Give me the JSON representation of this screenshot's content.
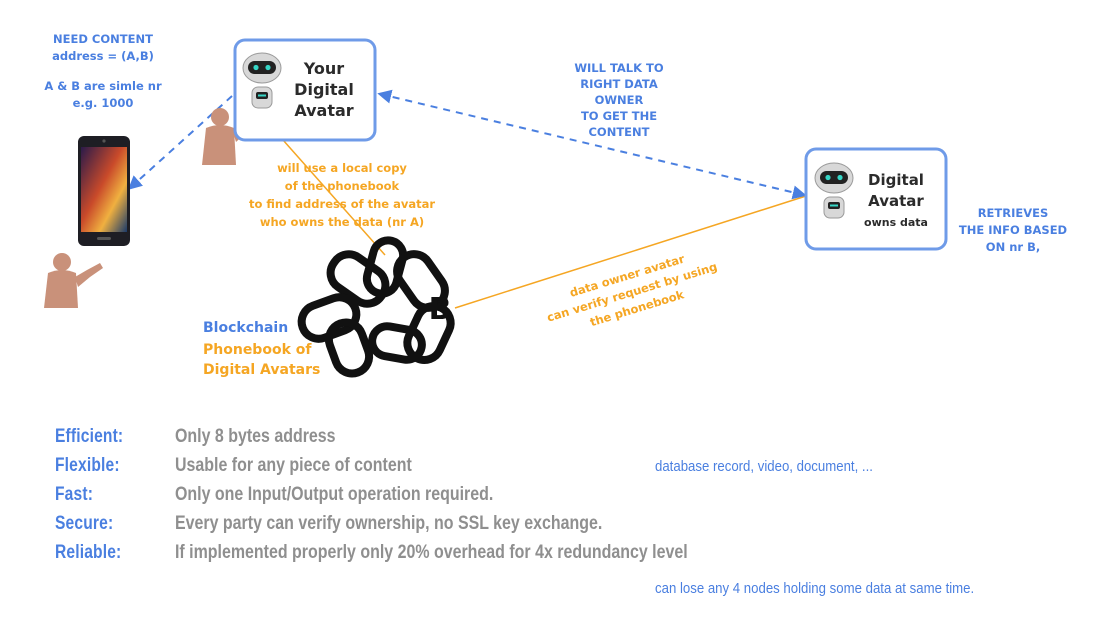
{
  "request": {
    "line1": "NEED CONTENT",
    "line2": "address = (A,B)",
    "line3": "A & B are simle nr",
    "line4": "e.g. 1000"
  },
  "your_avatar": {
    "line1": "Your",
    "line2": "Digital",
    "line3": "Avatar"
  },
  "talk_note": {
    "line1": "WILL TALK TO",
    "line2": "RIGHT DATA",
    "line3": "OWNER",
    "line4": "TO GET THE",
    "line5": "CONTENT"
  },
  "owner_avatar": {
    "line1": "Digital",
    "line2": "Avatar",
    "line3": "owns data"
  },
  "retrieve_note": {
    "line1": "RETRIEVES",
    "line2": "THE INFO BASED",
    "line3": "ON nr B,"
  },
  "lookup_note": {
    "line1": "will use a local copy",
    "line2": "of the phonebook",
    "line3": "to find address of the avatar",
    "line4": "who owns the data (nr A)"
  },
  "verify_note": {
    "line1": "data owner avatar",
    "line2": "can verify request by using",
    "line3": "the phonebook"
  },
  "blockchain": {
    "title": "Blockchain",
    "subtitle1": "Phonebook of",
    "subtitle2": "Digital Avatars",
    "symbol": "B"
  },
  "features": [
    {
      "key": "Efficient:",
      "value": "Only 8 bytes address",
      "note": ""
    },
    {
      "key": "Flexible:",
      "value": "Usable for any piece of content",
      "note": "database record, video, document, ..."
    },
    {
      "key": "Fast:",
      "value": "Only one Input/Output operation required.",
      "note": ""
    },
    {
      "key": "Secure:",
      "value": "Every party can verify ownership, no SSL key exchange.",
      "note": ""
    },
    {
      "key": "Reliable:",
      "value": "If implemented properly only 20% overhead for 4x redundancy level",
      "note": ""
    }
  ],
  "bottom_note": "can lose any 4 nodes holding some data at same time.",
  "colors": {
    "accent_blue": "#4a7fe0",
    "accent_orange": "#f5a623",
    "box_border": "#6f9be8",
    "person": "#c9917a",
    "feature_text": "#8f8f8f"
  },
  "icons": [
    "robot-icon",
    "person-icon",
    "smartphone-icon",
    "chain-icon"
  ]
}
